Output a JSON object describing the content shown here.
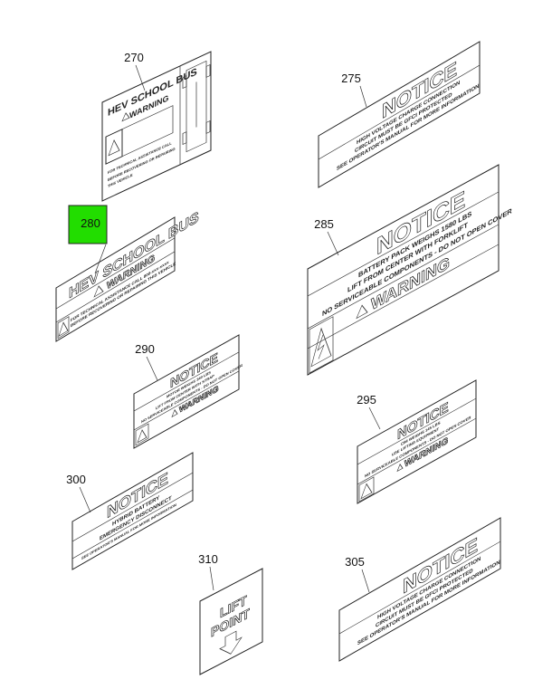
{
  "accent_color": "#22dd00",
  "callouts": {
    "c270": "270",
    "c275": "275",
    "c280": "280",
    "c285": "285",
    "c290": "290",
    "c295": "295",
    "c300": "300",
    "c305": "305",
    "c310": "310"
  },
  "decals": {
    "d270": {
      "title": "HEV SCHOOL BUS",
      "warning": "WARNING",
      "line1": "FOR TECHNICAL ASSISTANCE CALL",
      "line2": "BEFORE RECOVERING OR REPAIRING",
      "line3": "THIS VEHICLE"
    },
    "d275": {
      "notice": "NOTICE",
      "line1": "HIGH VOLTAGE CHARGE CONNECTION",
      "line2": "CIRCUIT MUST BE GFCI PROTECTED",
      "line3": "SEE OPERATOR'S MANUAL FOR MORE INFORMATION"
    },
    "d280": {
      "title": "HEV SCHOOL BUS",
      "warning": "WARNING",
      "line1": "FOR TECHNICAL ASSISTANCE CALL 800-xxx-xxxx",
      "line2": "BEFORE RECOVERING OR REPAIRING THIS VEHICLE"
    },
    "d285": {
      "notice": "NOTICE",
      "line1": "BATTERY PACK WEIGHS 1580 LBS",
      "line2": "LIFT FROM CENTER WITH FORKLIFT",
      "line3": "NO SERVICEABLE COMPONENTS - DO NOT OPEN COVER",
      "warning": "WARNING"
    },
    "d290": {
      "notice": "NOTICE",
      "line1": "MOTOR WEIGHS 340 LBS",
      "line2": "LIFT FROM CENTER WITH STRAP",
      "line3": "NO SERVICEABLE COMPONENTS - DO NOT OPEN COVER",
      "warning": "WARNING"
    },
    "d295": {
      "notice": "NOTICE",
      "line1": "CIM WEIGHS 145 LBS",
      "line2": "USE LIFTING EQUIPMENT",
      "line3": "NO SERVICEABLE COMPONENTS - DO NOT OPEN COVER",
      "warning": "WARNING"
    },
    "d300": {
      "notice": "NOTICE",
      "line1": "HYBRID BATTERY",
      "line2": "EMERGENCY DISCONNECT",
      "line3": "SEE OPERATOR'S MANUAL FOR MORE INFORMATION"
    },
    "d305": {
      "notice": "NOTICE",
      "line1": "HIGH VOLTAGE CHARGE CONNECTION",
      "line2": "CIRCUIT MUST BE GFCI PROTECTED",
      "line3": "SEE OPERATOR'S MANUAL FOR MORE INFORMATION"
    },
    "d310": {
      "line1": "LIFT",
      "line2": "POINT"
    }
  }
}
